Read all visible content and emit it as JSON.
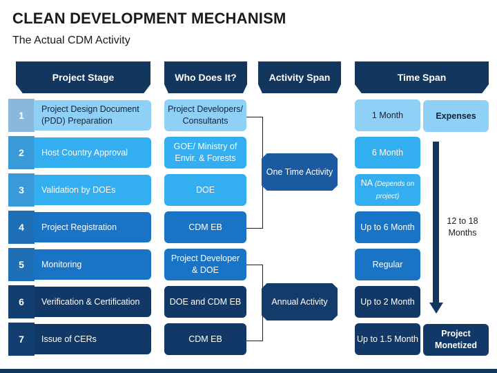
{
  "title": "CLEAN DEVELOPMENT MECHANISM",
  "subtitle": "The Actual CDM Activity",
  "headers": {
    "stage": "Project Stage",
    "who": "Who Does It?",
    "activity": "Activity Span",
    "time": "Time Span"
  },
  "rows": [
    {
      "num": "1",
      "stage": "Project Design Document (PDD) Preparation",
      "who": "Project Developers/ Consultants",
      "time": "1 Month"
    },
    {
      "num": "2",
      "stage": "Host Country Approval",
      "who": "GOE/ Ministry of Envir. & Forests",
      "time": "6 Month"
    },
    {
      "num": "3",
      "stage": "Validation by DOEs",
      "who": "DOE",
      "time": "NA",
      "time_note": "(Depends on project)"
    },
    {
      "num": "4",
      "stage": "Project Registration",
      "who": "CDM EB",
      "time": "Up to 6 Month"
    },
    {
      "num": "5",
      "stage": "Monitoring",
      "who": "Project Developer & DOE",
      "time": "Regular"
    },
    {
      "num": "6",
      "stage": "Verification & Certification",
      "who": "DOE and CDM EB",
      "time": "Up to 2 Month"
    },
    {
      "num": "7",
      "stage": "Issue of CERs",
      "who": "CDM EB",
      "time": "Up to 1.5 Month"
    }
  ],
  "activity_spans": {
    "one_time": "One Time Activity",
    "annual": "Annual Activity"
  },
  "time_extra": {
    "expenses": "Expenses",
    "duration": "12 to 18 Months",
    "monetized": "Project Monetized"
  },
  "colors": {
    "dark_navy": "#13365f",
    "tier_1": "#8fd0f7",
    "tier_2": "#33aef0",
    "tier_3": "#1a74c6",
    "tier_4": "#113866"
  }
}
